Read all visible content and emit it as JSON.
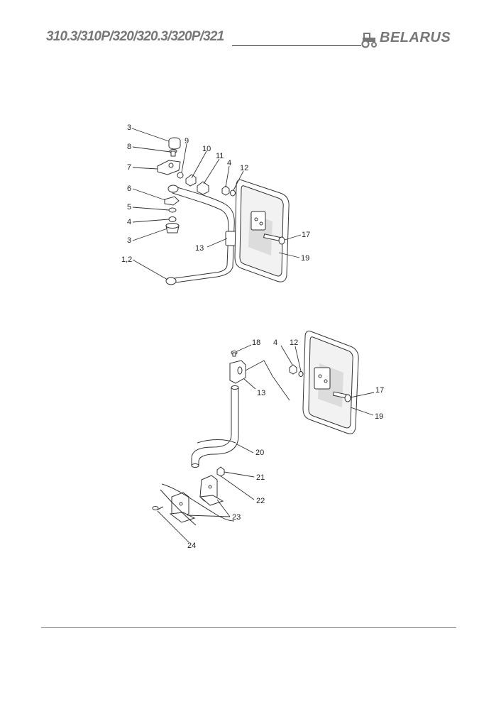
{
  "header": {
    "model": "310.3/310P/320/320.3/320P/321",
    "brand": "BELARUS",
    "brand_icon": "tractor-icon"
  },
  "figure_top": {
    "callouts": [
      "3",
      "8",
      "7",
      "6",
      "5",
      "4",
      "3",
      "1,2",
      "9",
      "10",
      "11",
      "4",
      "12",
      "13",
      "17",
      "19"
    ]
  },
  "figure_bottom": {
    "callouts": [
      "18",
      "4",
      "12",
      "13",
      "17",
      "19",
      "20",
      "21",
      "22",
      "23",
      "24"
    ]
  }
}
